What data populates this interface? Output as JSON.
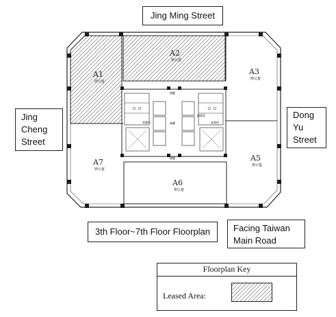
{
  "streets": {
    "north": "Jing Ming Street",
    "west": [
      "Jing",
      "Cheng",
      "Street"
    ],
    "east": [
      "Dong",
      "Yu",
      "Street"
    ]
  },
  "title": "3th Floor~7th Floor Floorplan",
  "main_road": [
    "Facing Taiwan",
    "Main Road"
  ],
  "units": [
    {
      "id": "A1",
      "sub": "辦公室",
      "leased": true
    },
    {
      "id": "A2",
      "sub": "辦公室",
      "leased": true
    },
    {
      "id": "A3",
      "sub": "辦公室",
      "leased": false
    },
    {
      "id": "A5",
      "sub": "辦公室",
      "leased": false
    },
    {
      "id": "A6",
      "sub": "辦公室",
      "leased": false
    },
    {
      "id": "A7",
      "sub": "辦公室",
      "leased": false
    }
  ],
  "core_labels": {
    "corridor_north": "梯廳",
    "corridor_center": "梯廳",
    "corridor_south": "梯廳",
    "toilet_left": "男廁所",
    "toilet_right": "女廁所",
    "utility": "機電室"
  },
  "key": {
    "title": "Floorplan Key",
    "leased_label": "Leased Area:"
  },
  "colors": {
    "line": "#222222",
    "hatch": "#555555",
    "column": "#1a1a1a"
  }
}
